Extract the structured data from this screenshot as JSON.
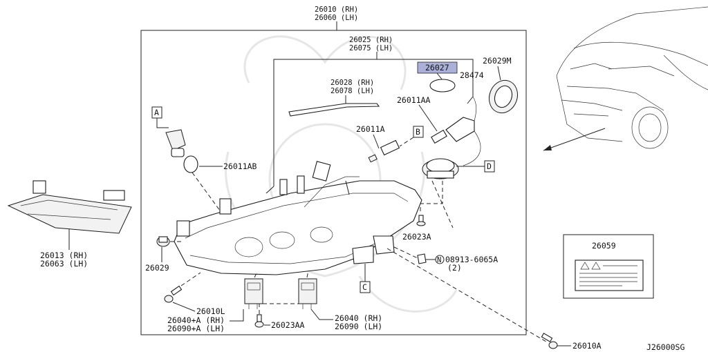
{
  "labels": {
    "assy_top": [
      "26010 (RH)",
      "26060 (LH)"
    ],
    "housing": [
      "26025 (RH)",
      "26075 (LH)"
    ],
    "seal_strip": [
      "26028 (RH)",
      "26078 (LH)"
    ],
    "bulb_hid_part": "26027",
    "cap_part": "28474",
    "bracket_m": "26029M",
    "bulb_aa": "26011AA",
    "bulb_a": "26011A",
    "bulb_ab": "26011AB",
    "marker_a": "A",
    "marker_b": "B",
    "marker_c": "C",
    "marker_d": "D",
    "vent_cap": "26029",
    "screw_l": "26010L",
    "screw_23a": "26023A",
    "screw_23aa": "26023AA",
    "nut_part": "08913-6065A",
    "nut_qty": "(2)",
    "nut_symbol": "N",
    "lamp_side": [
      "26013 (RH)",
      "26063 (LH)"
    ],
    "connector_left": [
      "26040+A (RH)",
      "26090+A (LH)"
    ],
    "connector_right": [
      "26040 (RH)",
      "26090 (LH)"
    ],
    "warning_label": "26059",
    "bolt_bottom": "26010A",
    "diagram_code": "J26000SG"
  },
  "colors": {
    "highlight": "#aab0d8",
    "line": "#222222",
    "watermark": "#e6e6e6"
  }
}
